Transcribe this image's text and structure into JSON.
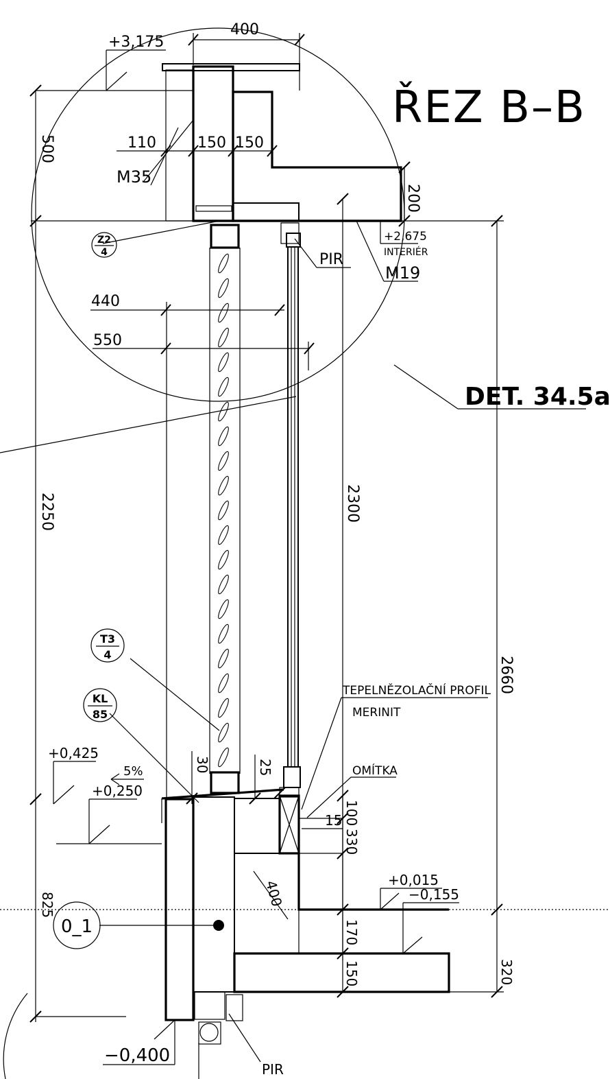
{
  "title": "ŘEZ B–B",
  "detail_ref": "DET. 34.5a",
  "levels": {
    "top": "+3,175",
    "interior": "+2,675",
    "interior_label": "INTERIÉR",
    "sill_upper": "+0,425",
    "sill_lower": "+0,250",
    "floor_a": "+0,015",
    "floor_b": "−0,155",
    "bottom": "−0,400"
  },
  "dims": {
    "d400_top": "400",
    "d500": "500",
    "d110": "110",
    "d150a": "150",
    "d150b": "150",
    "d200": "200",
    "d440": "440",
    "d550": "550",
    "d2250": "2250",
    "d2300": "2300",
    "d2660": "2660",
    "d30": "30",
    "d25": "25",
    "d100": "100",
    "d15": "15",
    "d330": "330",
    "d400_mid": "400",
    "d825": "825",
    "d170": "170",
    "d150c": "150",
    "d320": "320",
    "slope": "5%"
  },
  "materials": {
    "m35": "M35",
    "m19": "M19",
    "pir_top": "PIR",
    "pir_bottom": "PIR",
    "profile_line1": "TEPELNĚZOLAČNÍ PROFIL",
    "profile_line2": "MERINIT",
    "plaster": "OMÍTKA"
  },
  "tags": {
    "z2_top": "Z2",
    "z2_bottom": "4",
    "t3_top": "T3",
    "t3_bottom": "4",
    "kl_top": "KL",
    "kl_bottom": "85",
    "axis": "0_1"
  }
}
